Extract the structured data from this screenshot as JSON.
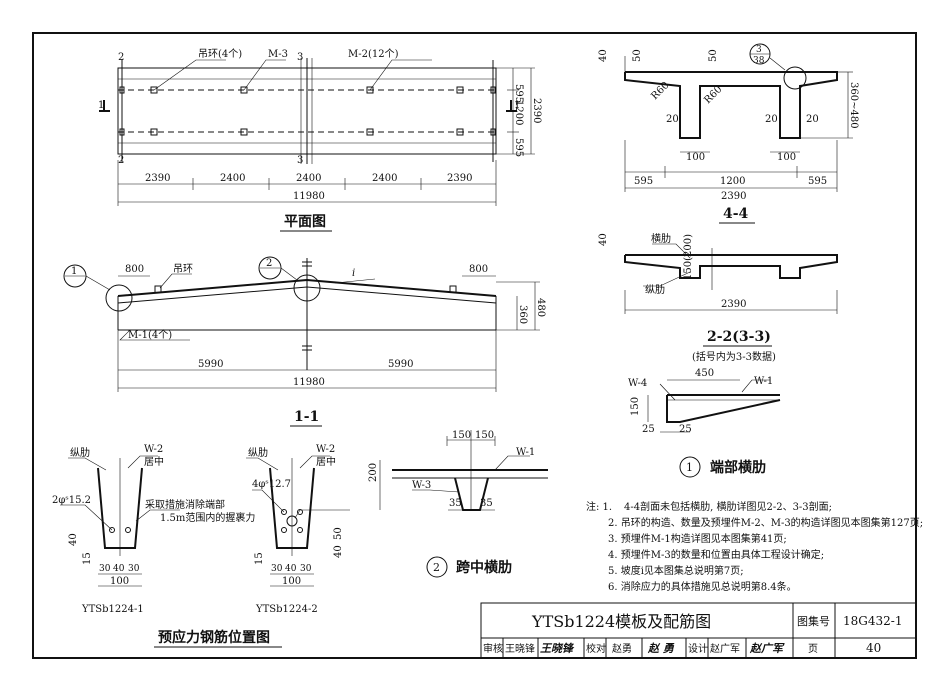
{
  "plan": {
    "title": "平面图",
    "label_ring": "吊环(4个)",
    "label_m3": "M-3",
    "label_m2": "M-2(12个)",
    "sec2": "2",
    "sec3": "3",
    "sec1": "1",
    "dims_bottom": [
      "2390",
      "2400",
      "2400",
      "2400",
      "2390"
    ],
    "dim_total": "11980",
    "dims_right": [
      "595",
      "1200",
      "595"
    ],
    "dim_right_total": "2390"
  },
  "elev": {
    "title": "1-1",
    "callout1": "1",
    "callout2": "2",
    "dim_800_left": "800",
    "dim_800_right": "800",
    "label_ring": "吊环",
    "label_slope": "i",
    "label_m1": "M-1(4个)",
    "dim_360": "360",
    "dim_480": "480",
    "dim_left": "5990",
    "dim_right": "5990",
    "dim_total": "11980"
  },
  "sec44": {
    "title": "4-4",
    "callout_top": "3",
    "callout_bot": "38",
    "d40": "40",
    "d50a": "50",
    "d50b": "50",
    "r60a": "R60",
    "r60b": "R60",
    "d20a": "20",
    "d20b": "20",
    "d20c": "20",
    "d100a": "100",
    "d100b": "100",
    "d360_480": "360~480",
    "d595a": "595",
    "d1200": "1200",
    "d595b": "595",
    "d2390": "2390"
  },
  "sec22": {
    "title": "2-2(3-3)",
    "note": "(括号内为3-3数据)",
    "d40": "40",
    "label_cross": "横肋",
    "label_long": "纵肋",
    "d150": "150(200)",
    "d2390": "2390"
  },
  "endrib": {
    "title": "端部横肋",
    "num": "1",
    "w4": "W-4",
    "w1": "W-1",
    "d450": "450",
    "d150": "150",
    "d25a": "25",
    "d25b": "25"
  },
  "midrib": {
    "title": "跨中横肋",
    "num": "2",
    "d150a": "150",
    "d150b": "150",
    "w1": "W-1",
    "w3": "W-3",
    "d200": "200",
    "d35a": "35",
    "d35b": "35"
  },
  "pre": {
    "title": "预应力钢筋位置图",
    "label1_w2": "W-2",
    "label1_mid": "居中",
    "label1_rib": "纵肋",
    "label1_bar": "2φˢ15.2",
    "label1_name": "YTSb1224-1",
    "label2_w2": "W-2",
    "label2_mid": "居中",
    "label2_rib": "纵肋",
    "label2_bar": "4φˢ12.7",
    "label2_name": "YTSb1224-2",
    "measure1": "采取措施消除端部",
    "measure2": "1.5m范围内的握裹力",
    "d40a": "40",
    "d15a": "15",
    "d30a": "30",
    "d40b": "40",
    "d30b": "30",
    "d100a": "100",
    "d50": "50",
    "d40c": "40",
    "d15b": "15",
    "d30c": "30",
    "d40d": "40",
    "d30d": "30",
    "d100b": "100"
  },
  "notes": {
    "lead": "注: 1.",
    "items": [
      "4-4剖面未包括横肋, 横肋详图见2-2、3-3剖面;",
      "2. 吊环的构造、数量及预埋件M-2、M-3的构造详图见本图集第127页;",
      "3. 预埋件M-1构造详图见本图集第41页;",
      "4. 预埋件M-3的数量和位置由具体工程设计确定;",
      "5. 坡度i见本图集总说明第7页;",
      "6. 消除应力的具体措施见总说明第8.4条。"
    ]
  },
  "titleblock": {
    "title": "YTSb1224模板及配筋图",
    "atlas_label": "图集号",
    "atlas_no": "18G432-1",
    "review_label": "审核",
    "review_name": "王晓锋",
    "review_sig": "王晓锋",
    "check_label": "校对",
    "check_name": "赵勇",
    "check_sig": "赵 勇",
    "design_label": "设计",
    "design_name": "赵广军",
    "design_sig": "赵广军",
    "page_label": "页",
    "page_no": "40"
  }
}
